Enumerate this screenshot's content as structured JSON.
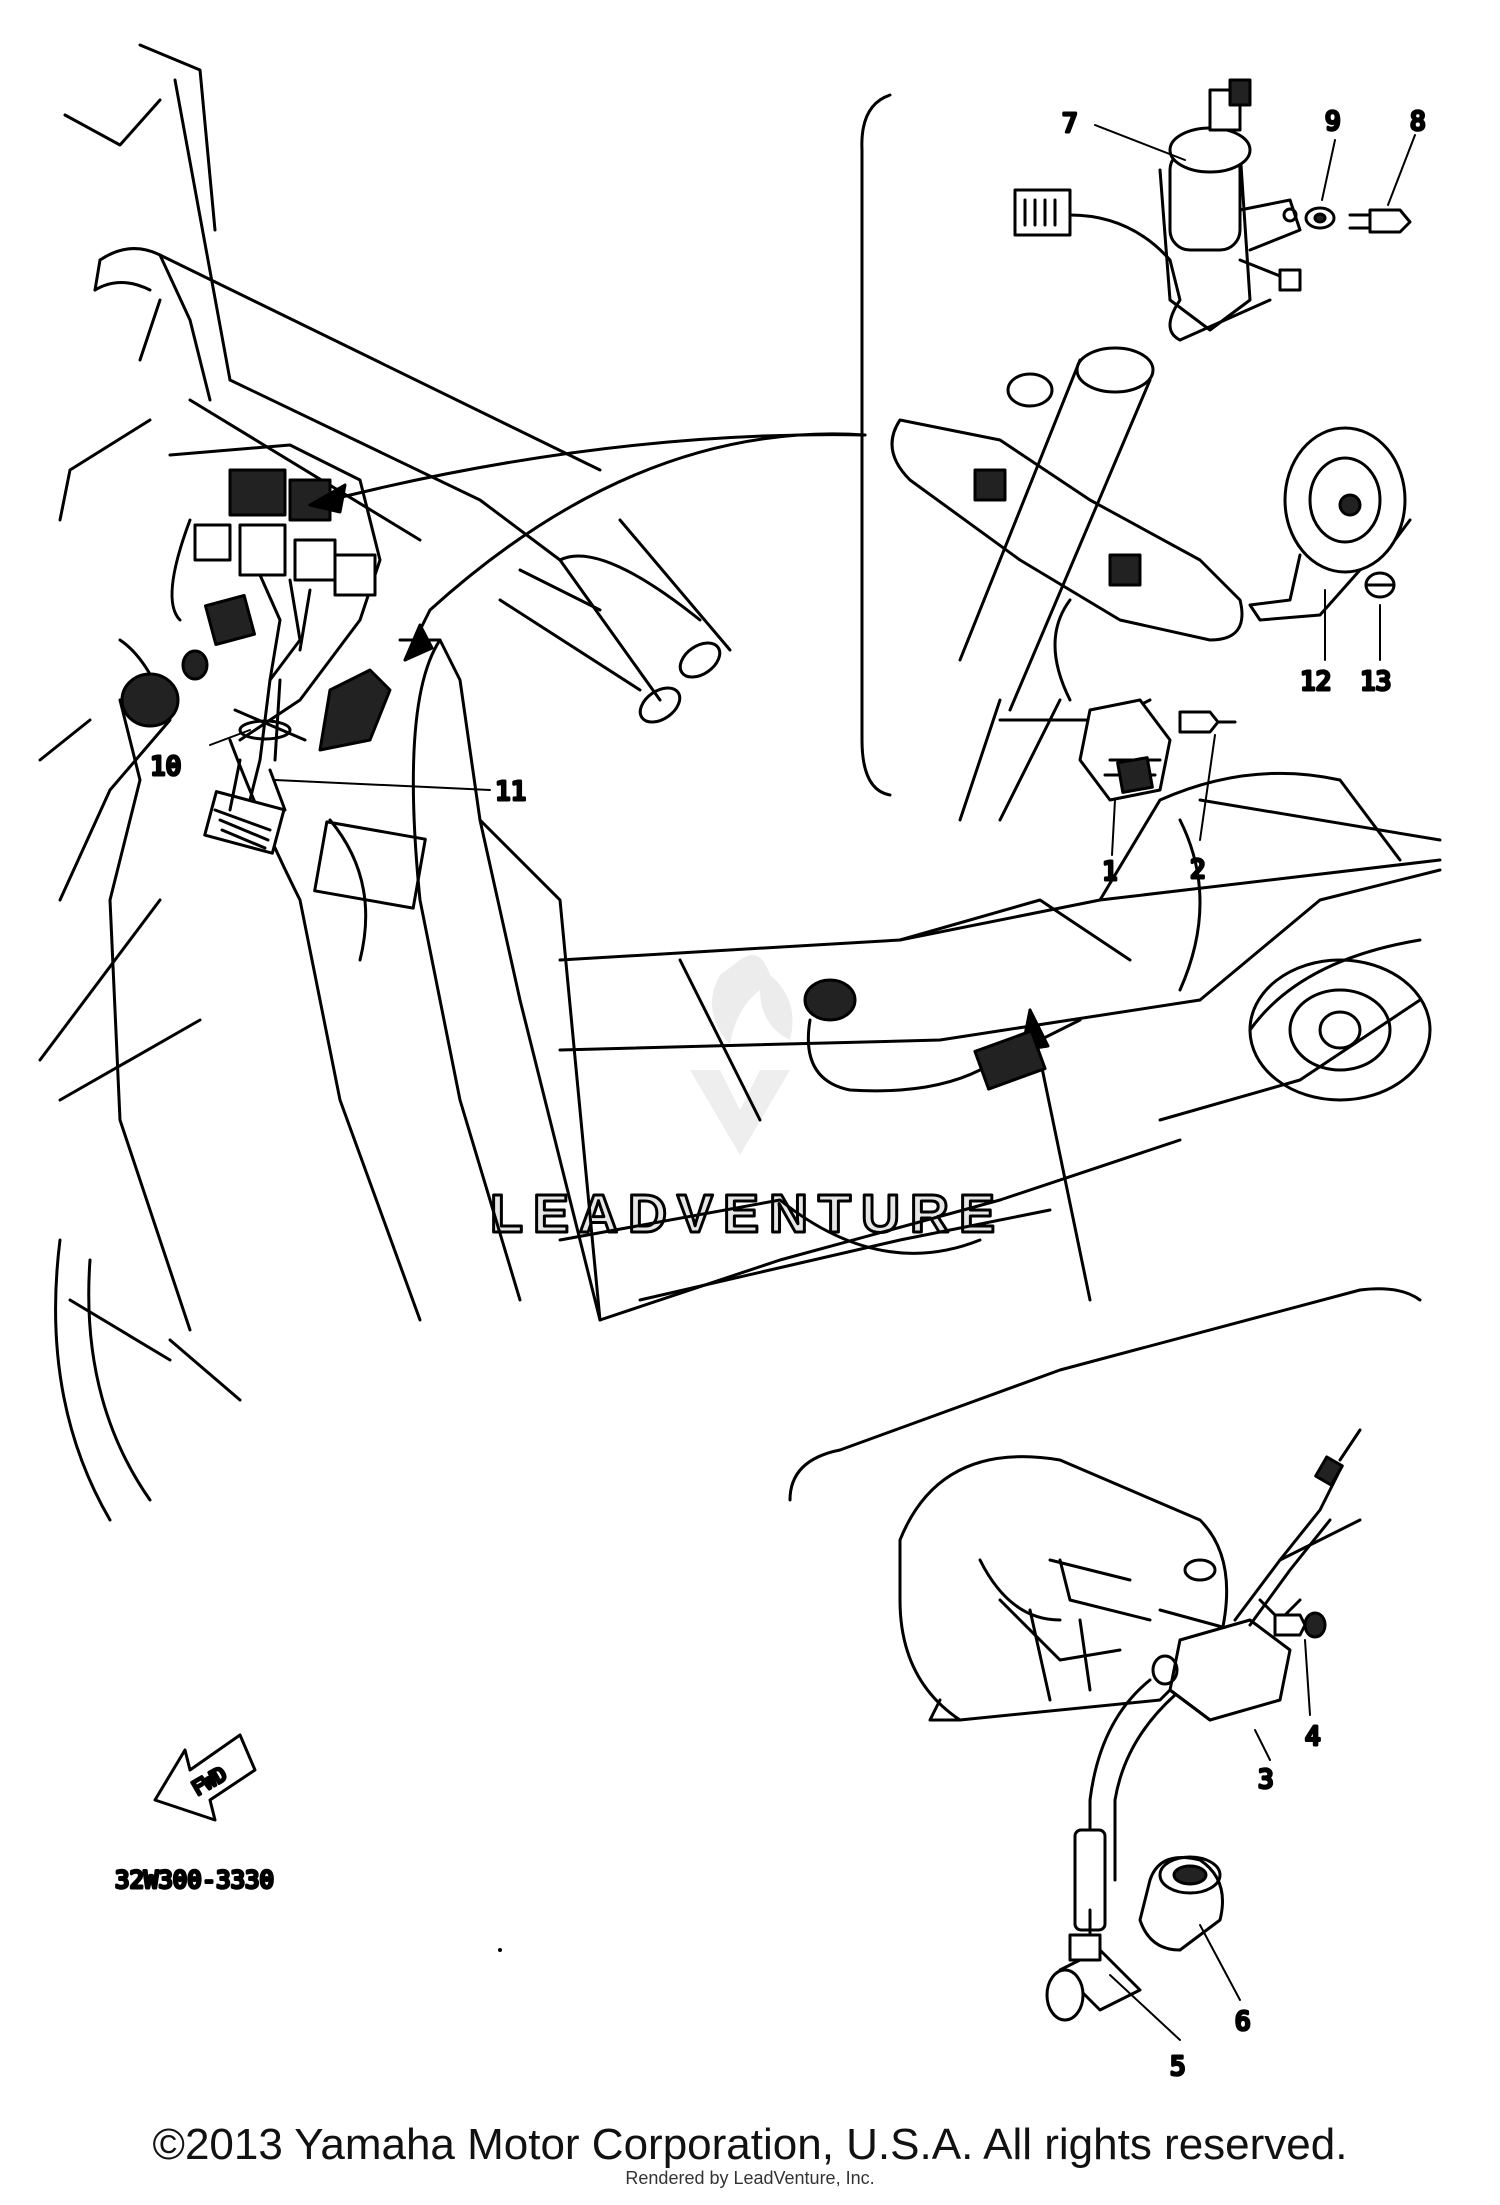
{
  "diagram_code": "32W300-3330",
  "fwd_label": "FWD",
  "watermark": "LEADVENTURE",
  "copyright": "©2013 Yamaha Motor Corporation, U.S.A. All rights reserved.",
  "rendered_by": "Rendered by LeadVenture, Inc.",
  "callouts": {
    "c1": "1",
    "c2": "2",
    "c3": "3",
    "c4": "4",
    "c5": "5",
    "c6": "6",
    "c7": "7",
    "c8": "8",
    "c9": "9",
    "c10": "10",
    "c11": "11",
    "c12": "12",
    "c13": "13"
  }
}
